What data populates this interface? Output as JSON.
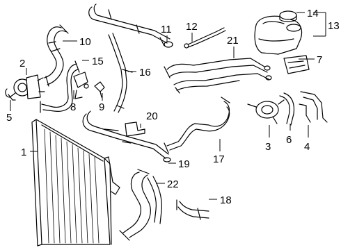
{
  "callouts": [
    {
      "id": 1,
      "label": "1",
      "part": "radiator"
    },
    {
      "id": 2,
      "label": "2",
      "part": "coolant pump"
    },
    {
      "id": 3,
      "label": "3",
      "part": "auxiliary water pump"
    },
    {
      "id": 4,
      "label": "4",
      "part": "mounting bracket"
    },
    {
      "id": 5,
      "label": "5",
      "part": "clip"
    },
    {
      "id": 6,
      "label": "6",
      "part": "pump bracket"
    },
    {
      "id": 7,
      "label": "7",
      "part": "bracket"
    },
    {
      "id": 8,
      "label": "8",
      "part": "connector"
    },
    {
      "id": 9,
      "label": "9",
      "part": "clamp"
    },
    {
      "id": 10,
      "label": "10",
      "part": "hose"
    },
    {
      "id": 11,
      "label": "11",
      "part": "hose"
    },
    {
      "id": 12,
      "label": "12",
      "part": "vent hose"
    },
    {
      "id": 13,
      "label": "13",
      "part": "reservoir"
    },
    {
      "id": 14,
      "label": "14",
      "part": "reservoir cap"
    },
    {
      "id": 15,
      "label": "15",
      "part": "hose"
    },
    {
      "id": 16,
      "label": "16",
      "part": "hose"
    },
    {
      "id": 17,
      "label": "17",
      "part": "hose"
    },
    {
      "id": 18,
      "label": "18",
      "part": "hose"
    },
    {
      "id": 19,
      "label": "19",
      "part": "pipe"
    },
    {
      "id": 20,
      "label": "20",
      "part": "bracket"
    },
    {
      "id": 21,
      "label": "21",
      "part": "pipe assembly"
    },
    {
      "id": 22,
      "label": "22",
      "part": "lower hose"
    }
  ]
}
